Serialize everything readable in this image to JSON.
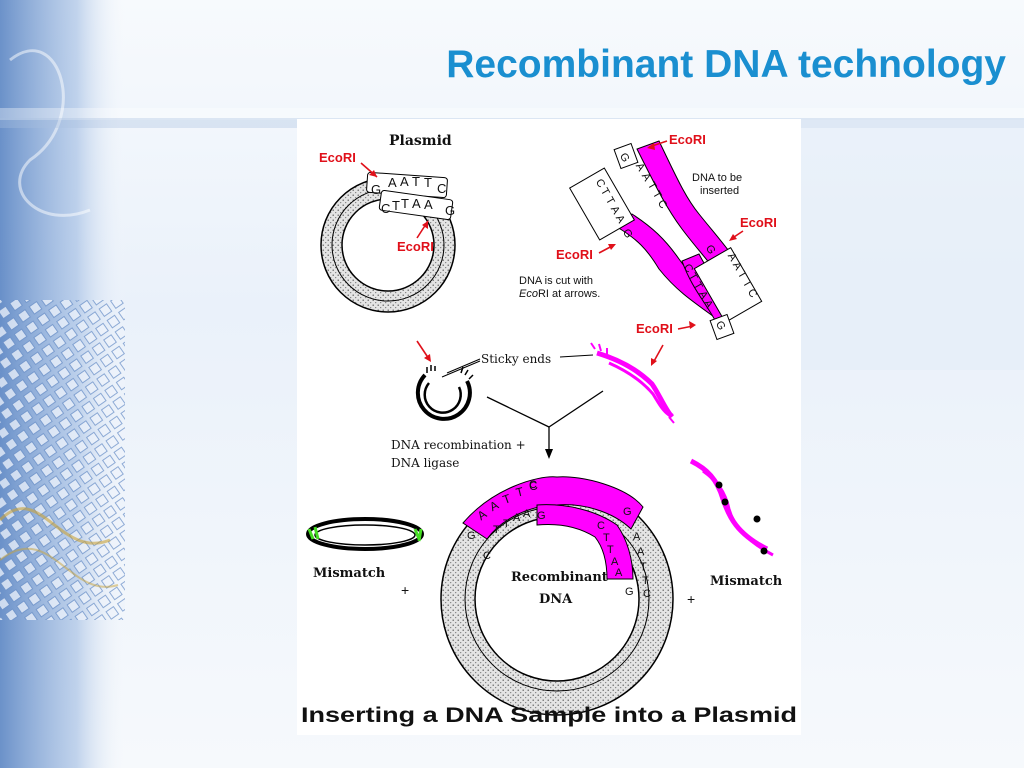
{
  "slide": {
    "title": "Recombinant DNA technology"
  },
  "figure": {
    "caption": "Inserting a DNA Sample into a Plasmid",
    "plasmid_label": "Plasmid",
    "enzyme_label": "EcoRI",
    "plasmid_top_strand": [
      "G",
      "A",
      "A",
      "T",
      "T",
      "C"
    ],
    "plasmid_bottom_strand": [
      "C",
      "T",
      "T",
      "A",
      "A",
      "G"
    ],
    "insert_left_strand": [
      "G",
      "A",
      "A",
      "T",
      "T",
      "C"
    ],
    "insert_left_lower_strand": [
      "C",
      "T",
      "T",
      "A",
      "A",
      "G"
    ],
    "insert_right_strand": [
      "G",
      "A",
      "A",
      "T",
      "T",
      "C"
    ],
    "insert_right_lower_strand": [
      "C",
      "T",
      "T",
      "A",
      "A",
      "G"
    ],
    "insert_label_line1": "DNA to be",
    "insert_label_line2": "inserted",
    "cut_note_line1": "DNA is cut with",
    "cut_note_line2_italic": "Eco",
    "cut_note_line2_rest": "RI at arrows.",
    "sticky_ends_label": "Sticky ends",
    "recombination_line1": "DNA recombination +",
    "recombination_line2": "DNA ligase",
    "mismatch_label": "Mismatch",
    "plus_sign": "+",
    "recombinant_line1": "Recombinant",
    "recombinant_line2": "DNA",
    "recombinant_outer_left": [
      "A",
      "A",
      "T",
      "T",
      "C"
    ],
    "recombinant_inner_left": [
      "T",
      "T",
      "A",
      "A"
    ],
    "recombinant_g": "G",
    "recombinant_c": "C",
    "recombinant_inner_right": [
      "C",
      "T",
      "T",
      "A",
      "A"
    ],
    "recombinant_outer_right": [
      "A",
      "A",
      "T",
      "T",
      "C"
    ]
  },
  "colors": {
    "title_blue": "#1a8fd0",
    "magenta": "#ff00ff",
    "arrow_red": "#e0101a",
    "stipple": "#e2e2e2"
  }
}
